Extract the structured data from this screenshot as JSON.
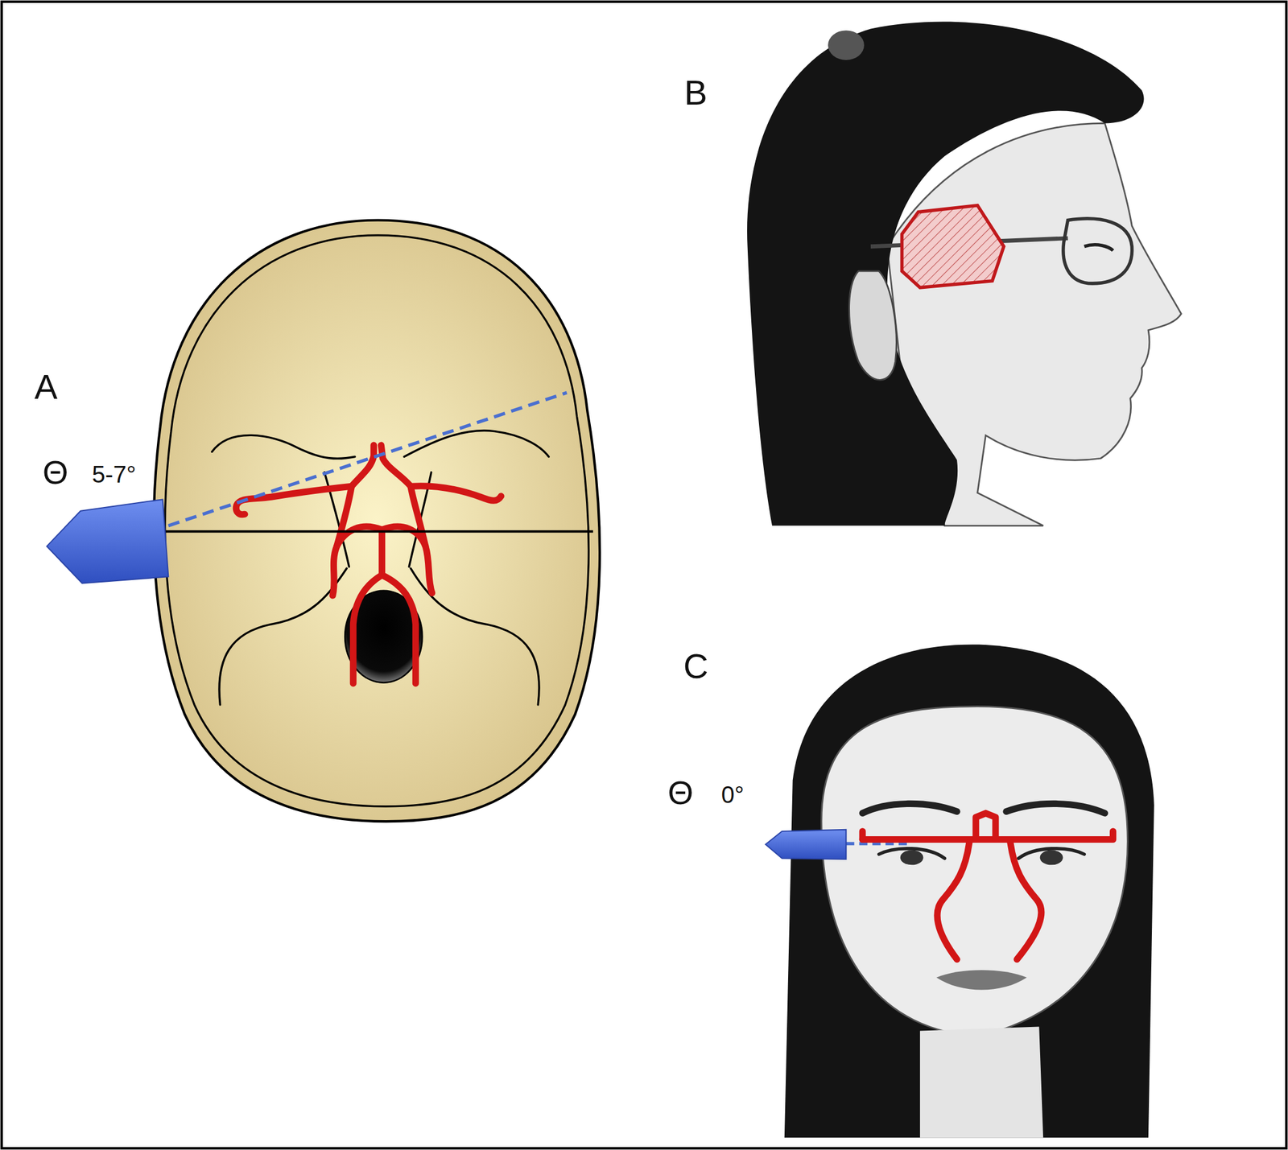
{
  "diagram": {
    "labels": [
      "A",
      "Θ",
      "5-7°",
      "B",
      "C",
      "Θ",
      "0°"
    ]
  }
}
